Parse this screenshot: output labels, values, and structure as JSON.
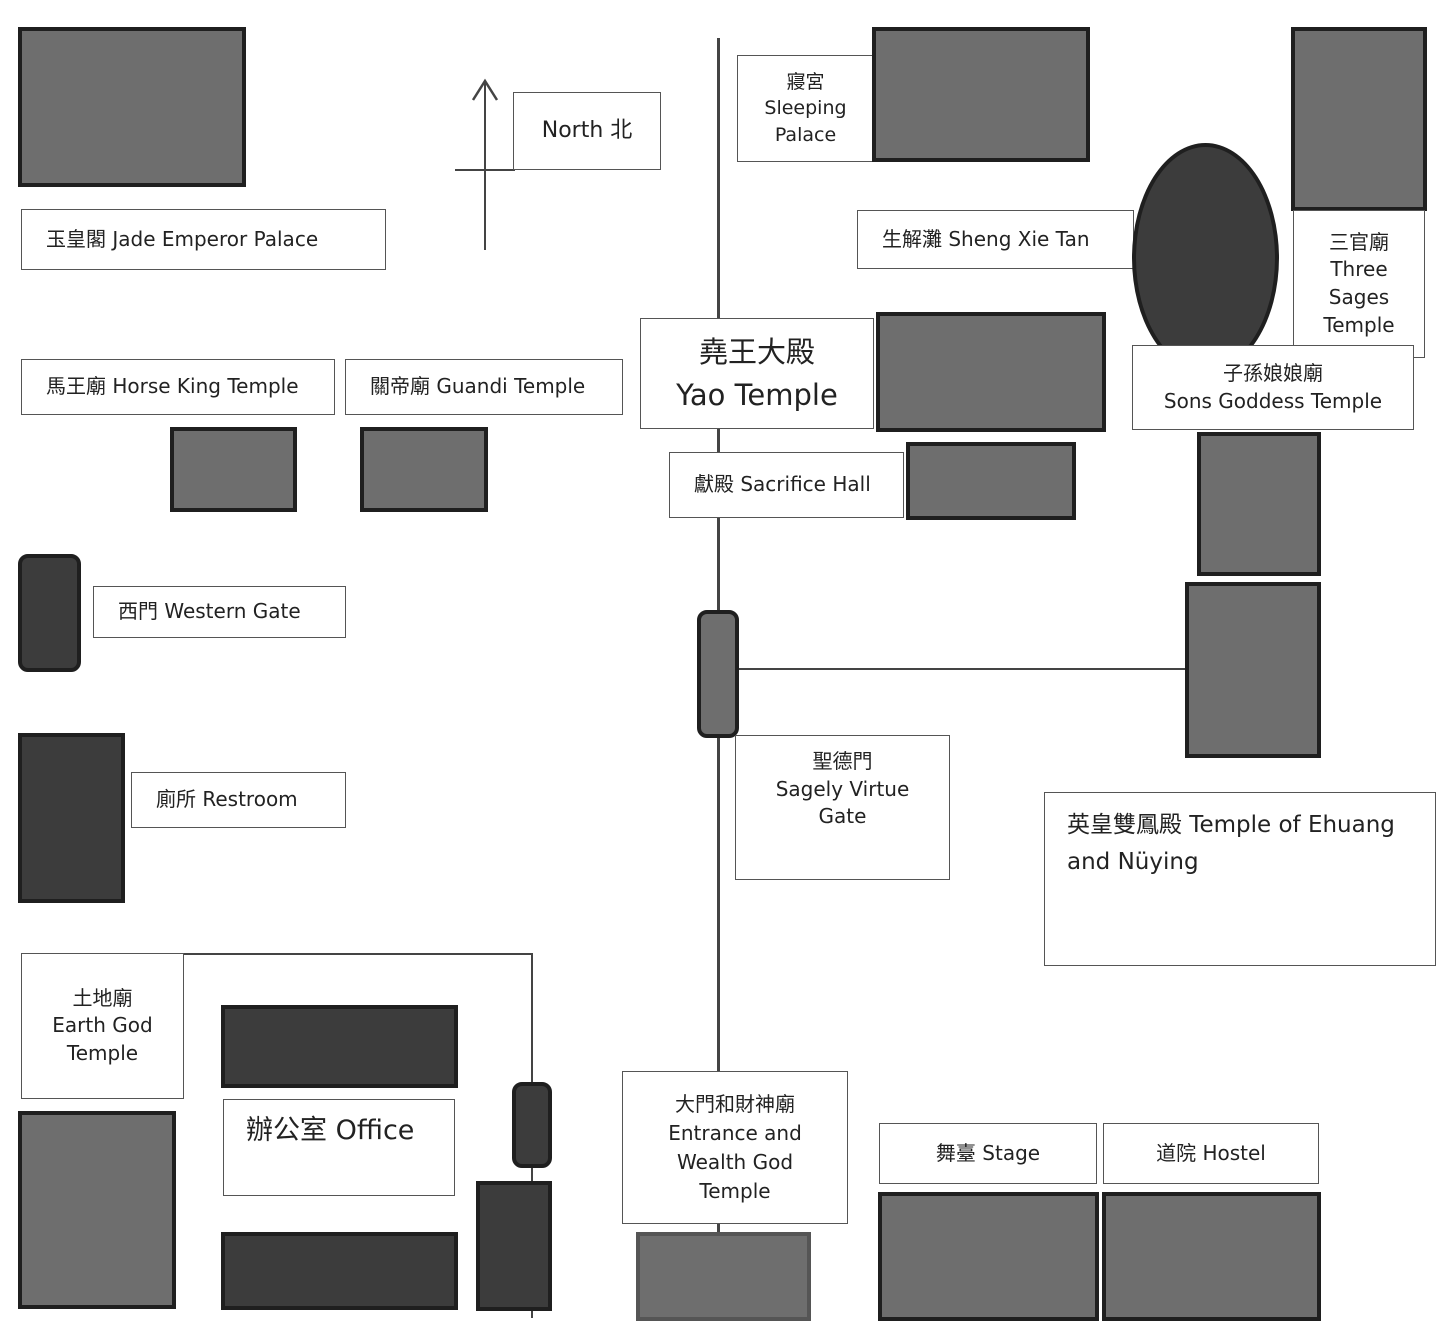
{
  "north_marker": {
    "label": "North 北"
  },
  "labels": {
    "jade_emperor": "玉皇閣 Jade Emperor Palace",
    "sleeping_palace": "寢宮\nSleeping\nPalace",
    "sheng_xie_tan": "生解灘 Sheng Xie Tan",
    "three_sages": "三官廟\nThree\nSages\nTemple",
    "yao_temple": "堯王大殿\nYao Temple",
    "sons_goddess": "子孫娘娘廟\nSons Goddess Temple",
    "horse_king": "馬王廟 Horse King Temple",
    "guandi": "關帝廟 Guandi Temple",
    "sacrifice_hall": "獻殿 Sacrifice Hall",
    "western_gate": "西門 Western Gate",
    "sagely_virtue": "聖德門\nSagely Virtue\nGate",
    "restroom": "廁所 Restroom",
    "ehuang_nuying": "英皇雙鳳殿 Temple of Ehuang and Nüying",
    "earth_god": "土地廟\nEarth God\nTemple",
    "office": "辦公室 Office",
    "entrance_wealth_god": "大門和財神廟\nEntrance and\nWealth God\nTemple",
    "stage": "舞臺 Stage",
    "hostel": "道院 Hostel"
  },
  "colors": {
    "building_medium": "#6e6e6e",
    "building_dark": "#3c3c3c",
    "outline": "#1f1f1f",
    "path": "#444444"
  }
}
